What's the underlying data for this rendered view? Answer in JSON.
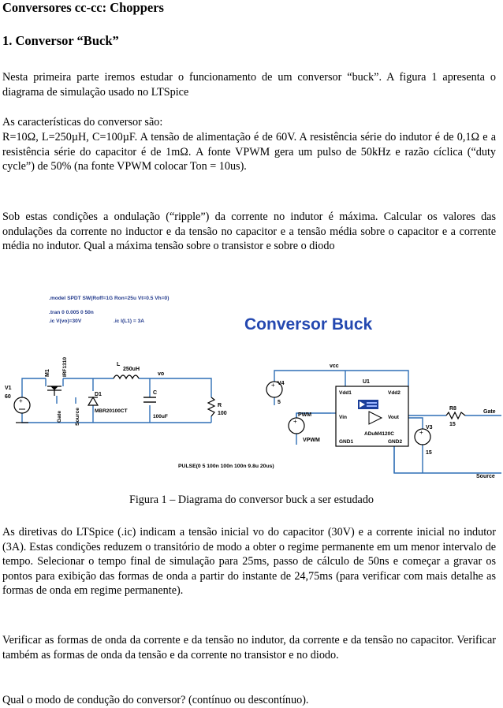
{
  "doc": {
    "title": "Conversores cc-cc: Choppers",
    "section": "1.  Conversor “Buck”",
    "para1": "Nesta primeira parte iremos estudar o funcionamento de um conversor “buck”. A  figura 1 apresenta o diagrama de simulação usado no LTSpice",
    "para2_head": "As características do conversor são:",
    "para2": "R=10Ω, L=250µH, C=100µF. A tensão de alimentação é de 60V. A resistência série do indutor é de 0,1Ω e a resistência série do capacitor é de 1mΩ. A fonte VPWM gera um pulso de 50kHz e razão cíclica (“duty cycle”) de 50% (na fonte VPWM colocar Ton = 10us).",
    "para3": "Sob estas condições a ondulação (“ripple”) da corrente no indutor é máxima. Calcular os valores das ondulações da corrente no inductor e da tensão no capacitor e a tensão média sobre o capacitor e a corrente média no indutor. Qual a máxima tensão sobre o transistor e sobre o diodo",
    "caption": "Figura 1 – Diagrama do conversor buck a ser estudado",
    "para4": "As diretivas do LTSpice (.ic) indicam a tensão inicial vo do capacitor (30V) e a corrente inicial no indutor (3A). Estas condições reduzem o transitório de modo a obter o regime permanente em um menor intervalo de tempo. Selecionar o tempo final de simulação para 25ms, passo de cálculo de 50ns e começar a gravar os pontos para exibição das formas de onda a partir do instante de 24,75ms (para verificar com mais detalhe as formas de onda em regime permanente).",
    "para5": "Verificar as formas de onda da corrente e da tensão no indutor, da corrente e da tensão no capacitor. Verificar também as formas de onda da tensão e da corrente no transistor e no diodo.",
    "para6": "Qual o modo de condução do conversor? (contínuo ou descontínuo)."
  },
  "schematic": {
    "banner": "Conversor Buck",
    "directive_model": ".model SPDT SW(Roff=1G Ron=25u Vt=0.5 Vh=0)",
    "directive_tran": ".tran 0 0.005 0 50n",
    "directive_ic_vo": ".ic V(vo)=30V",
    "directive_ic_l": ".ic I(L1) = 3A",
    "v1_name": "V1",
    "v1_value": "60",
    "m1_name": "M1",
    "m1_part": "IRF1310",
    "gate_label": "Gate",
    "source_label": "Source",
    "l_name": "L",
    "l_value": "250uH",
    "vo_label": "vo",
    "d1_name": "D1",
    "d1_part": "MBR20100CT",
    "c_name": "C",
    "c_value": "100uF",
    "r_name": "R",
    "r_value": "100",
    "vcc_label": "vcc",
    "v4_name": "V4",
    "v4_value": "5",
    "u1_name": "U1",
    "vdd1": "Vdd1",
    "vdd2": "Vdd2",
    "vin": "Vin",
    "vout": "Vout",
    "gnd1": "GND1",
    "gnd2": "GND2",
    "u1_part": "ADuM4120C",
    "pwm_label": "PWM",
    "vpwm_label": "VPWM",
    "pulse_spec": "PULSE(0 5 100n 100n 100n 9.8u 20us)",
    "r8_name": "R8",
    "r8_value": "15",
    "gate_out": "Gate",
    "v3_name": "V3",
    "v3_value": "15",
    "source_out": "Source",
    "colors": {
      "wire": "#2f6fb5",
      "banner": "#2448b0",
      "directive": "#223a8c",
      "component": "#000000"
    }
  }
}
